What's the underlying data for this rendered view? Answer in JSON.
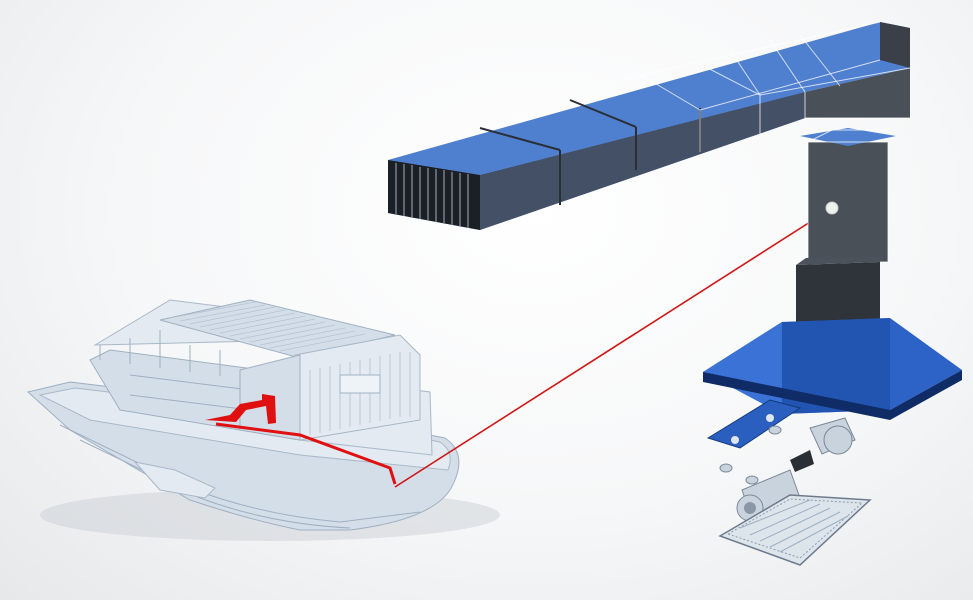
{
  "scene": {
    "colors": {
      "background": "#f2f3f5",
      "duct_blue": "#1f54b4",
      "duct_grey": "#4a5058",
      "boat_ghost": "#d4dee8",
      "laser_red": "#d01515",
      "highlight_red": "#e01010"
    },
    "components": [
      "rectangular-air-duct",
      "vertical-duct-section",
      "extraction-hood",
      "grease-filter",
      "fan-motor",
      "mounting-bracket",
      "houseboat-model"
    ]
  }
}
